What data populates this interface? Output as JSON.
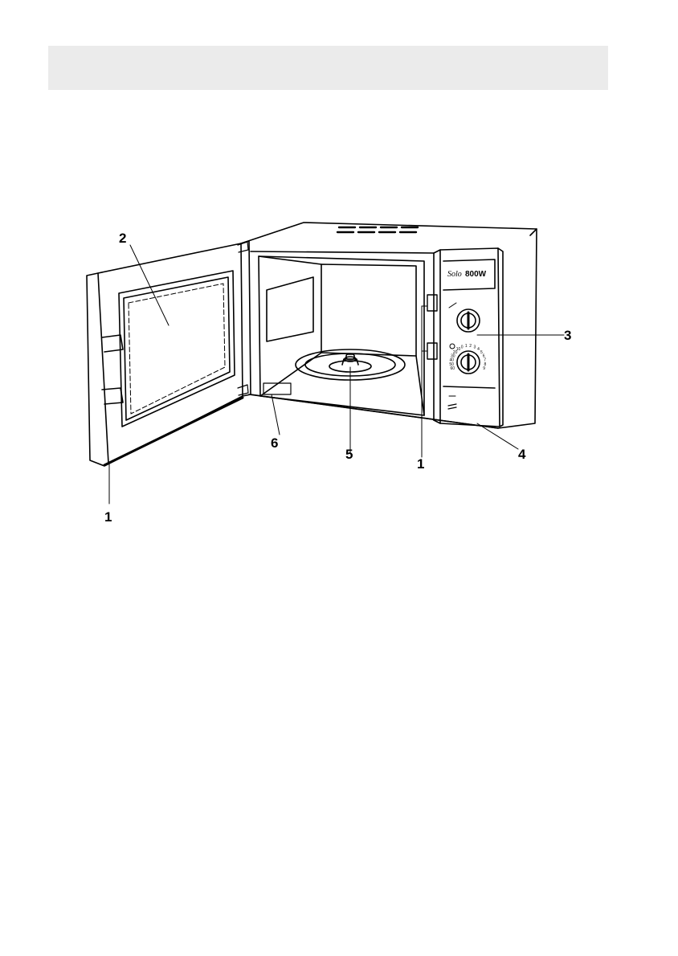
{
  "figure": {
    "brand": {
      "script": "Solo",
      "bold": "800W"
    },
    "timer_dial_numbers": [
      "60",
      "50",
      "40",
      "30",
      "20",
      "10",
      "0",
      "1",
      "2",
      "3",
      "4",
      "5",
      "6",
      "7",
      "8",
      "9"
    ],
    "callouts": [
      {
        "id": "door-seal-left",
        "label": "1"
      },
      {
        "id": "door-window",
        "label": "2"
      },
      {
        "id": "control-panel",
        "label": "3"
      },
      {
        "id": "door-release",
        "label": "4"
      },
      {
        "id": "turntable-coupler",
        "label": "5"
      },
      {
        "id": "rating-plate",
        "label": "6"
      },
      {
        "id": "door-catches",
        "label": "1"
      }
    ]
  }
}
